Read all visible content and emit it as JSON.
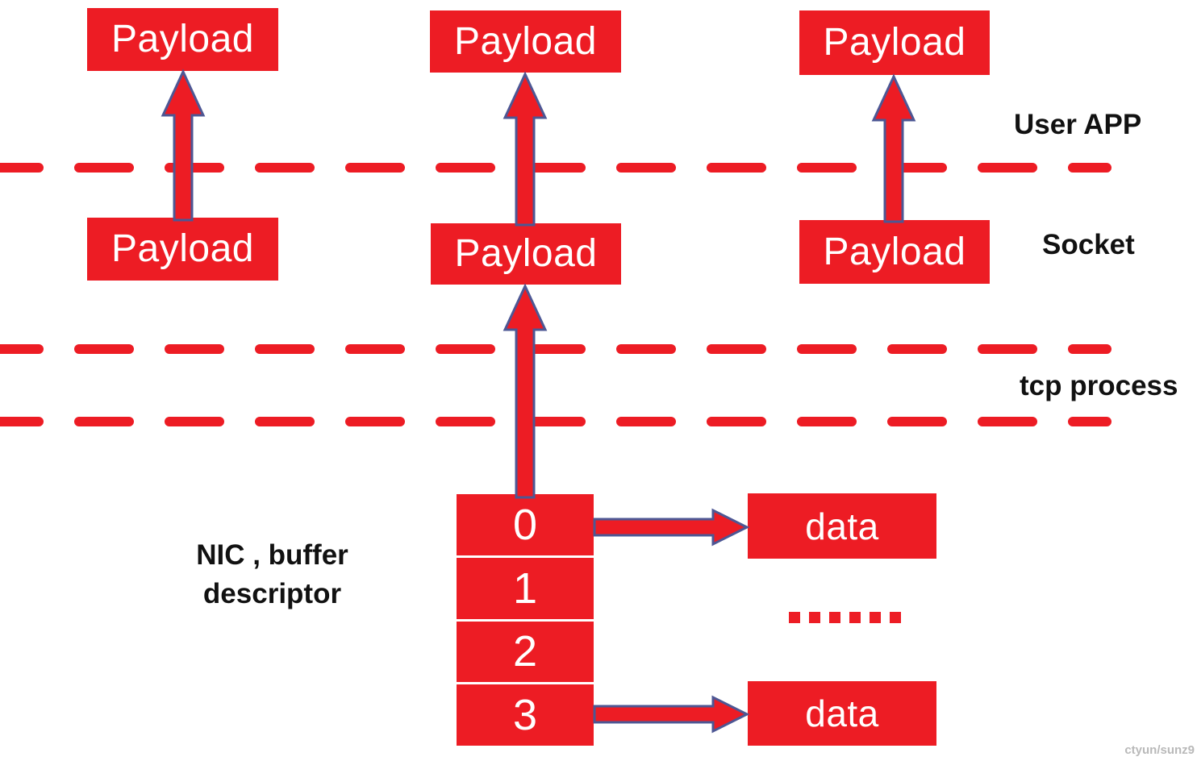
{
  "title": "NIC buffer descriptor to user app payload flow diagram",
  "colors": {
    "red": "#ED1C24",
    "arrow_outline": "#4D5794",
    "box_text": "#FFFFFF",
    "label_text": "#111111",
    "watermark": "#B9B9B9",
    "bg": "#FFFFFF"
  },
  "layers": {
    "user_app": "User APP",
    "socket": "Socket",
    "tcp_process": "tcp process"
  },
  "columns": [
    {
      "top": "Payload",
      "socket": "Payload"
    },
    {
      "top": "Payload",
      "socket": "Payload"
    },
    {
      "top": "Payload",
      "socket": "Payload"
    }
  ],
  "nic": {
    "title_line1": "NIC , buffer",
    "title_line2": "descriptor",
    "cells": [
      "0",
      "1",
      "2",
      "3"
    ]
  },
  "data_boxes": [
    {
      "label": "data"
    },
    {
      "label": "data"
    }
  ],
  "ellipsis": "......",
  "watermark": "ctyun/sunz9"
}
